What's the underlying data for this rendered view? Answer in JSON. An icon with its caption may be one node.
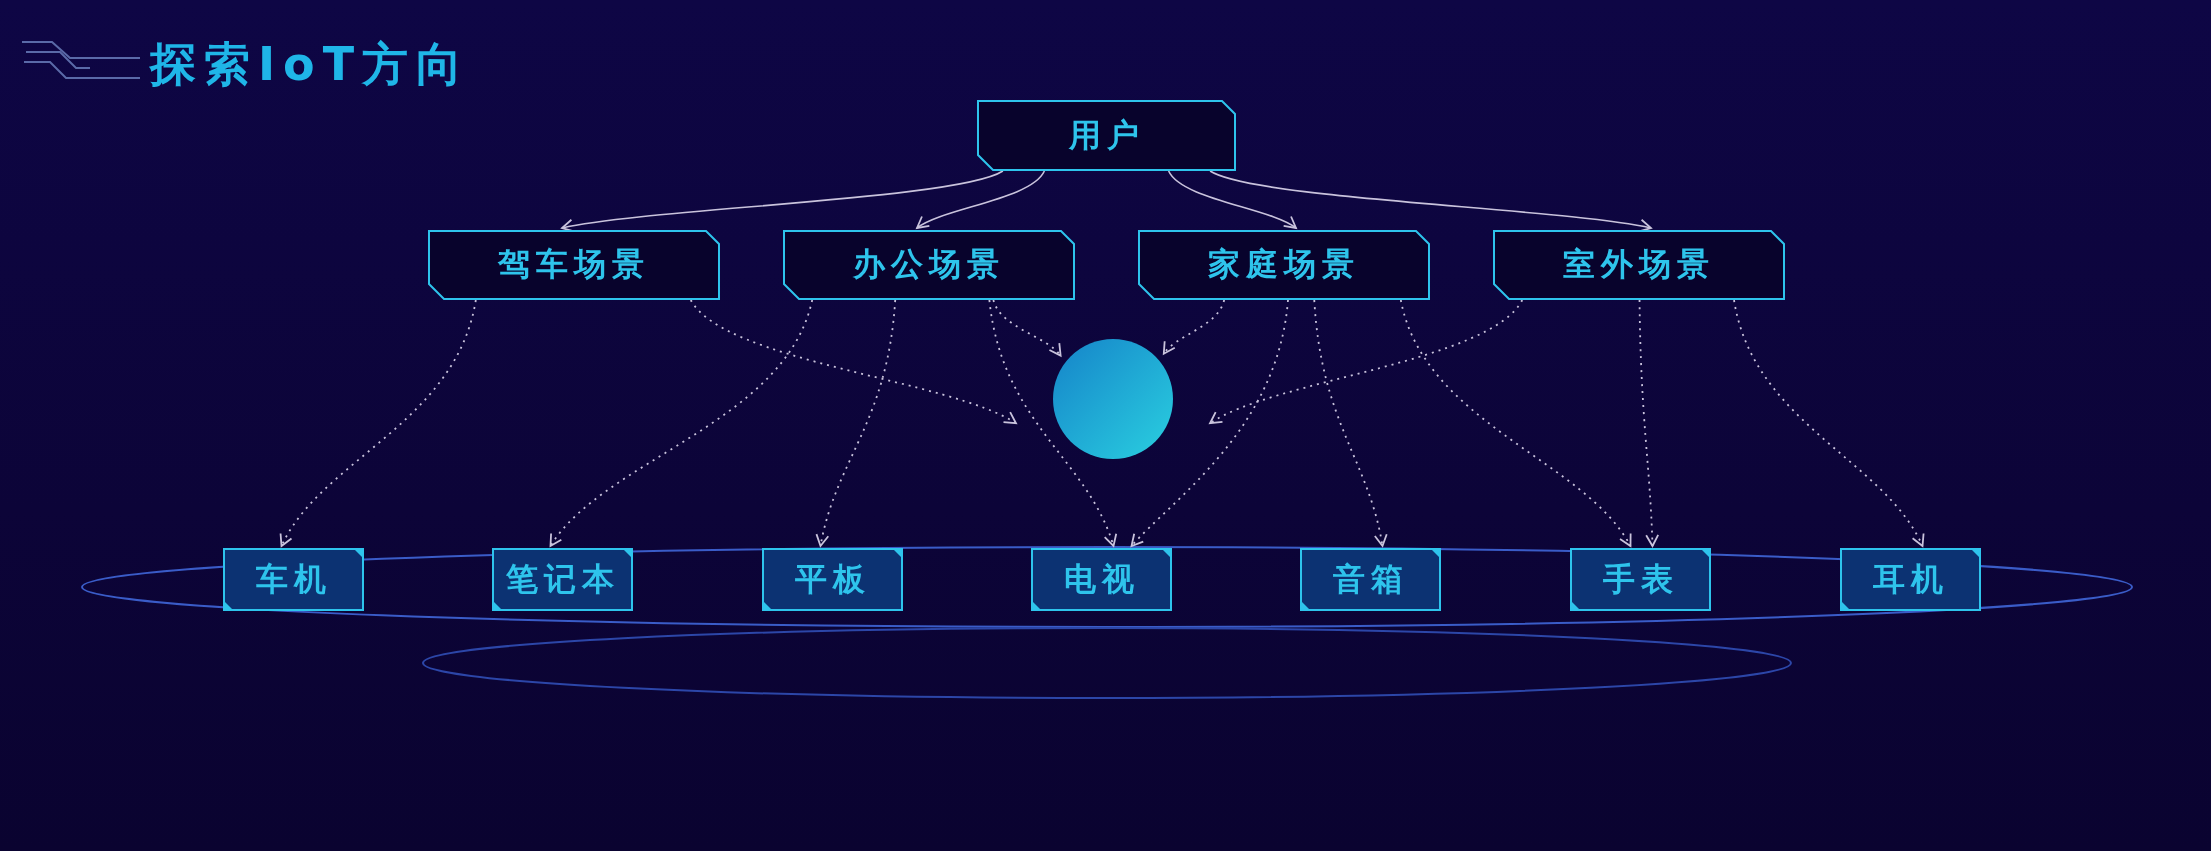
{
  "diagram": {
    "title": "探索IoT方向",
    "nodes": [
      {
        "text": [
          "用户"
        ]
      },
      {
        "text": [
          "驾车场景"
        ]
      },
      {
        "text": [
          "办公场景"
        ]
      },
      {
        "text": [
          "家庭场景"
        ]
      },
      {
        "text": [
          "室外场景"
        ]
      },
      {
        "text": [],
        "shape": "circle"
      },
      {
        "text": [
          "车机"
        ]
      },
      {
        "text": [
          "笔记本"
        ]
      },
      {
        "text": [
          "平板"
        ]
      },
      {
        "text": [
          "电视"
        ]
      },
      {
        "text": [
          "音箱"
        ]
      },
      {
        "text": [
          "手表"
        ]
      },
      {
        "text": [
          "耳机"
        ]
      }
    ],
    "edges": [
      {
        "from": 0,
        "to": 1,
        "arrow": "to"
      },
      {
        "from": 0,
        "to": 2,
        "arrow": "to"
      },
      {
        "from": 0,
        "to": 3,
        "arrow": "to"
      },
      {
        "from": 0,
        "to": 4,
        "arrow": "to"
      },
      {
        "from": 1,
        "to": 6,
        "arrow": "to",
        "style": "dashed"
      },
      {
        "from": 1,
        "to": 5,
        "arrow": "to",
        "style": "dashed"
      },
      {
        "from": 2,
        "to": 7,
        "arrow": "to",
        "style": "dashed"
      },
      {
        "from": 2,
        "to": 8,
        "arrow": "to",
        "style": "dashed"
      },
      {
        "from": 2,
        "to": 9,
        "arrow": "to",
        "style": "dashed"
      },
      {
        "from": 2,
        "to": 5,
        "arrow": "to",
        "style": "dashed"
      },
      {
        "from": 3,
        "to": 5,
        "arrow": "to",
        "style": "dashed"
      },
      {
        "from": 3,
        "to": 9,
        "arrow": "to",
        "style": "dashed"
      },
      {
        "from": 3,
        "to": 10,
        "arrow": "to",
        "style": "dashed"
      },
      {
        "from": 3,
        "to": 11,
        "arrow": "to",
        "style": "dashed"
      },
      {
        "from": 4,
        "to": 5,
        "arrow": "to",
        "style": "dashed"
      },
      {
        "from": 4,
        "to": 11,
        "arrow": "to",
        "style": "dashed"
      },
      {
        "from": 4,
        "to": 12,
        "arrow": "to",
        "style": "dashed"
      }
    ]
  }
}
